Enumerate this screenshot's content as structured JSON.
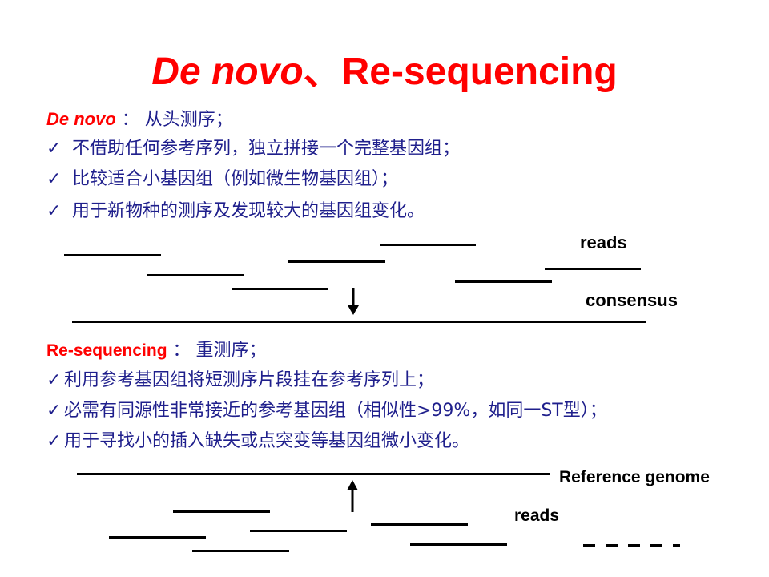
{
  "title": {
    "part1": "De novo",
    "part2": "、Re-sequencing"
  },
  "denovo": {
    "label": "De novo",
    "colon": " ：",
    "desc": "从头测序；",
    "bullets": [
      "不借助任何参考序列，独立拼接一个完整基因组；",
      "比较适合小基因组（例如微生物基因组）；",
      "用于新物种的测序及发现较大的基因组变化。"
    ],
    "diagram": {
      "reads_label": "reads",
      "consensus_label": "consensus"
    }
  },
  "reseq": {
    "label": "Re-sequencing",
    "colon": " ：",
    "desc": "重测序；",
    "bullets": [
      "利用参考基因组将短测序片段挂在参考序列上；",
      "必需有同源性非常接近的参考基因组（相似性>99%，如同一ST型）；",
      "用于寻找小的插入缺失或点突变等基因组微小变化。"
    ],
    "diagram": {
      "reference_label": "Reference genome",
      "reads_label": "reads"
    }
  },
  "check_symbol": "✓",
  "colors": {
    "title": "#ff0000",
    "text": "#1f1f8c",
    "lines": "#000000"
  }
}
